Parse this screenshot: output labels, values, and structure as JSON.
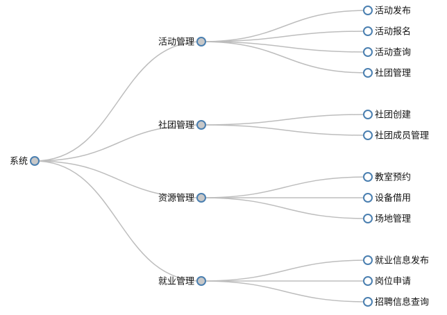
{
  "tree": {
    "name": "系统",
    "children": [
      {
        "name": "活动管理",
        "children": [
          {
            "name": "活动发布"
          },
          {
            "name": "活动报名"
          },
          {
            "name": "活动查询"
          },
          {
            "name": "社团管理"
          }
        ]
      },
      {
        "name": "社团管理",
        "children": [
          {
            "name": "社团创建"
          },
          {
            "name": "社团成员管理"
          }
        ]
      },
      {
        "name": "资源管理",
        "children": [
          {
            "name": "教室预约"
          },
          {
            "name": "设备借用"
          },
          {
            "name": "场地管理"
          }
        ]
      },
      {
        "name": "就业管理",
        "children": [
          {
            "name": "就业信息发布"
          },
          {
            "name": "岗位申请"
          },
          {
            "name": "招聘信息查询"
          }
        ]
      }
    ]
  },
  "colors": {
    "link": "#bdbdbd",
    "node_stroke": "#4a7fb0",
    "internal_fill": "#c8c8c8",
    "leaf_fill": "#ffffff"
  }
}
